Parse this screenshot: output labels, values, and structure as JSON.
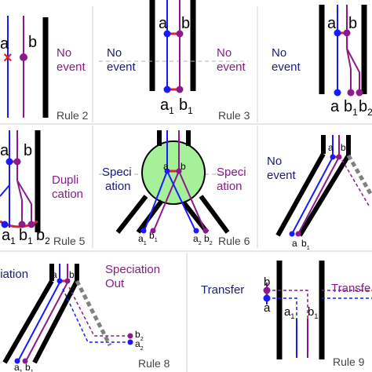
{
  "colors": {
    "a_blue": "#1a1aff",
    "b_purple": "#8b1a8b",
    "red": "#e0202a",
    "tree_black": "#000000",
    "transfer_gray": "#808080",
    "speciation_fill": "#a6f09a",
    "divider": "#d0d0d0",
    "dashed_guide": "#b0b0b0"
  },
  "panels": [
    {
      "rule_label": "Rule 2",
      "event_label": "No event",
      "event_line1": "No",
      "event_line2": "event",
      "a": "a",
      "b": "b",
      "lost_marker": "×"
    },
    {
      "rule_label": "Rule 3",
      "left_line1": "No",
      "left_line2": "event",
      "right_line1": "No",
      "right_line2": "event",
      "a": "a",
      "b": "b",
      "a1": "a",
      "a1_sub": "1",
      "b1": "b",
      "b1_sub": "1"
    },
    {
      "rule_label": "",
      "event_line1": "No",
      "event_line2": "event",
      "a": "a",
      "b": "b",
      "bot_a": "a",
      "b1": "b",
      "b1_sub": "1",
      "b2": "b",
      "b2_sub": "2"
    },
    {
      "rule_label": "Rule 5",
      "event_line1": "Dupli",
      "event_line2": "cation",
      "a": "a",
      "b": "b",
      "a1": "a",
      "a1_sub": "1",
      "b1": "b",
      "b1_sub": "1",
      "b2": "b",
      "b2_sub": "2"
    },
    {
      "rule_label": "Rule 6",
      "left_line1": "Speci",
      "left_line2": "ation",
      "right_line1": "Speci",
      "right_line2": "ation",
      "a": "a",
      "b": "b",
      "a1": "a",
      "a1_sub": "1",
      "b1": "b",
      "b1_sub": "1",
      "a2": "a",
      "a2_sub": "2",
      "b2": "b",
      "b2_sub": "2"
    },
    {
      "rule_label": "",
      "event_line1": "No",
      "event_line2": "event",
      "a": "a",
      "b": "b",
      "bot_a": "a",
      "b1": "b",
      "b1_sub": "1"
    },
    {
      "rule_label": "Rule 8",
      "left_event": "Speciation",
      "right_line1": "Speciation",
      "right_line2": "Out",
      "a": "a",
      "b": "b",
      "a1": "a",
      "a1_sub": "1",
      "b1": "b",
      "b1_sub": "1",
      "b2": "b",
      "b2_sub": "2",
      "a2": "a",
      "a2_sub": "2"
    },
    {
      "rule_label": "Rule 9",
      "left_event": "Transfer",
      "right_event": "Transfe",
      "a": "a",
      "b": "b",
      "a1": "a",
      "a1_sub": "1",
      "b1": "b",
      "b1_sub": "1"
    }
  ]
}
